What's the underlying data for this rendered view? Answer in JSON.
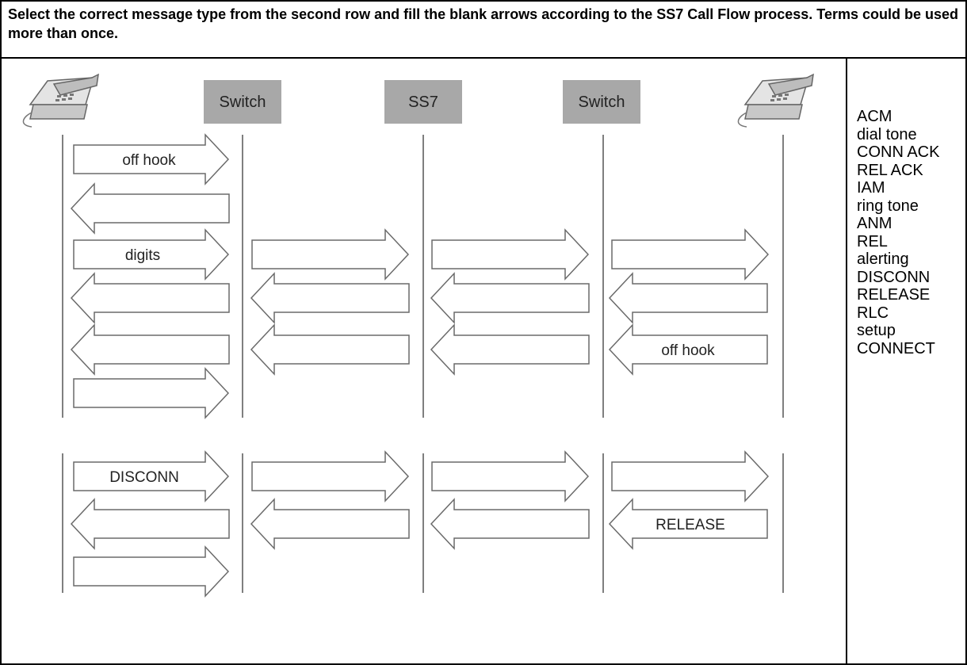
{
  "question": {
    "text": "Select the correct message type from the second row and fill the blank arrows according to the SS7 Call Flow process. Terms could be used more than once."
  },
  "diagram": {
    "nodes": [
      {
        "id": "switch-left",
        "label": "Switch"
      },
      {
        "id": "ss7",
        "label": "SS7"
      },
      {
        "id": "switch-right",
        "label": "Switch"
      }
    ],
    "arrow_labels": {
      "off_hook_1": "off hook",
      "digits": "digits",
      "off_hook_2": "off hook",
      "disconn": "DISCONN",
      "release": "RELEASE"
    }
  },
  "terms": [
    "ACM",
    "dial tone",
    "CONN ACK",
    "REL ACK",
    "IAM",
    "ring tone",
    "ANM",
    "REL",
    "alerting",
    "DISCONN",
    "RELEASE",
    "RLC",
    "setup",
    "CONNECT"
  ],
  "colors": {
    "node_fill": "#a8a8a8",
    "line": "#555555",
    "arrow_stroke": "#6a6a6a",
    "border": "#000000"
  }
}
